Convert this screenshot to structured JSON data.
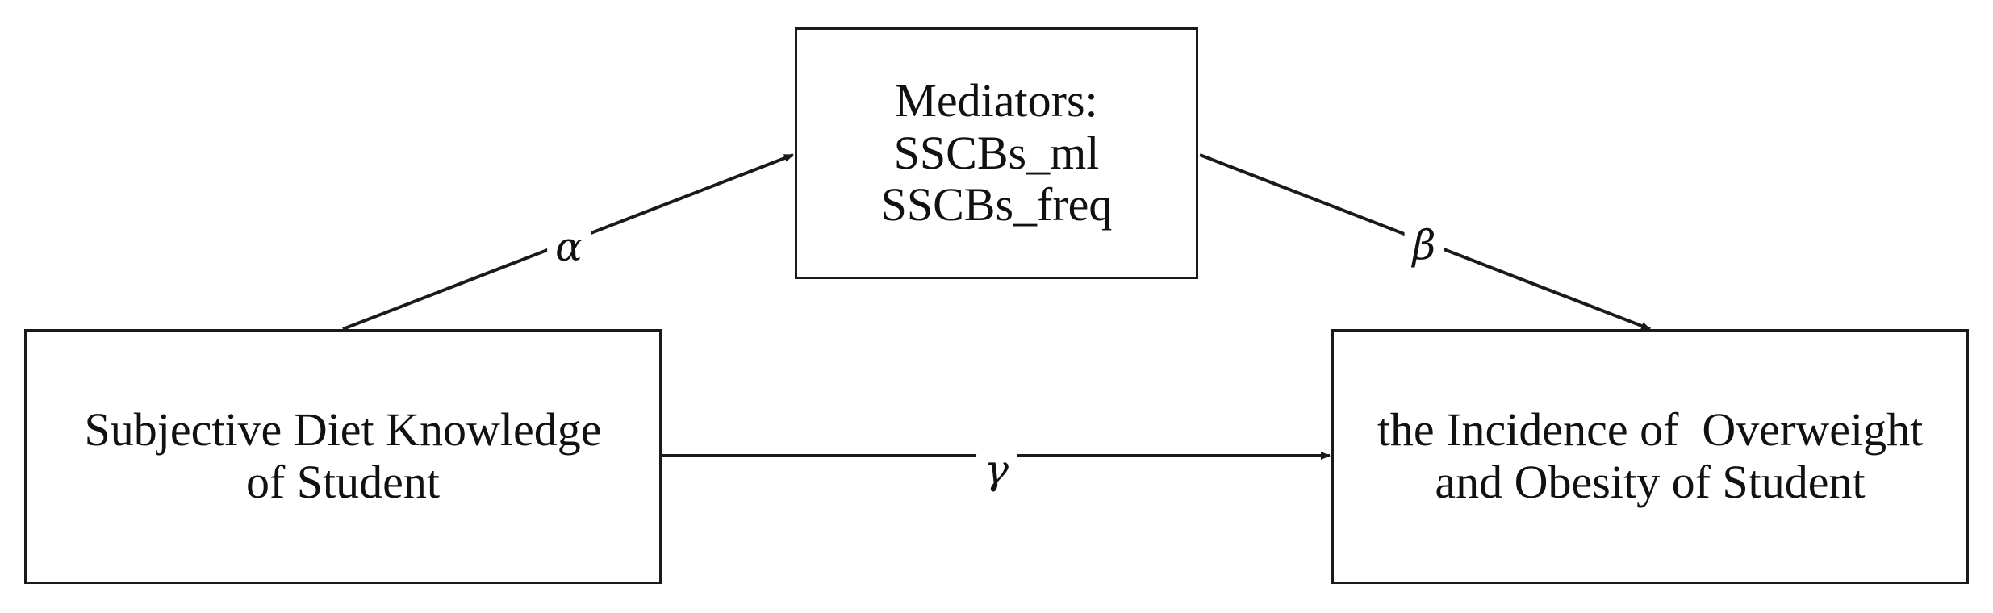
{
  "nodes": {
    "mediators": {
      "lines": [
        "Mediators:",
        "SSCBs_ml",
        "SSCBs_freq"
      ]
    },
    "predictor": {
      "lines": [
        "Subjective Diet Knowledge",
        "of Student"
      ]
    },
    "outcome": {
      "lines": [
        "the Incidence of  Overweight",
        "and Obesity of Student"
      ]
    }
  },
  "paths": {
    "alpha": "α",
    "beta": "β",
    "gamma": "γ"
  },
  "colors": {
    "stroke": "#1a1a1a",
    "background": "#ffffff"
  }
}
